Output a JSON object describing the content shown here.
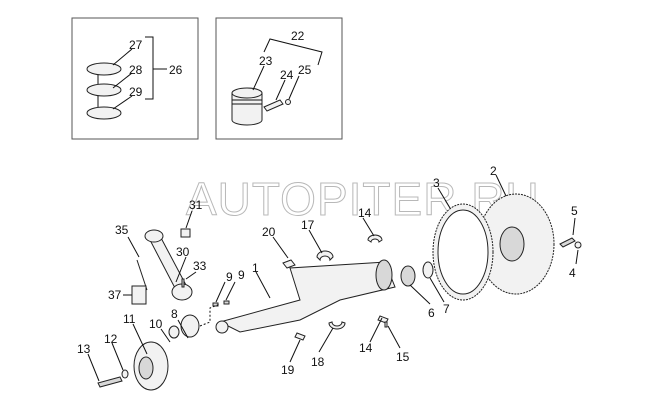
{
  "watermark": "AUTOPITER.RU",
  "inset_rings": {
    "labels": {
      "top_ring": "27",
      "middle_ring": "28",
      "bottom_ring": "29",
      "ring_set": "26"
    }
  },
  "inset_piston": {
    "labels": {
      "piston_assembly": "22",
      "piston": "23",
      "piston_pin": "24",
      "circlip": "25"
    }
  },
  "main": {
    "labels": {
      "crankshaft": "1",
      "flywheel": "2",
      "ring_gear": "3",
      "washer": "4",
      "bolt": "5",
      "seal": "6",
      "bearing": "7",
      "gear": "8",
      "key_a": "9",
      "key_b": "9",
      "spacer": "10",
      "pulley": "11",
      "washer_front": "12",
      "pulley_bolt": "13",
      "thrust_washer_top": "14",
      "thrust_washer_bottom": "14",
      "pin": "15",
      "main_bearing_upper": "17",
      "main_bearing_lower": "18",
      "thrust_bearing_lower": "19",
      "thrust_bearing_upper": "20",
      "connecting_rod": "30",
      "bushing": "31",
      "rod_bolt_pin": "33",
      "rod_bolt": "35",
      "rod_bearing": "37"
    }
  }
}
